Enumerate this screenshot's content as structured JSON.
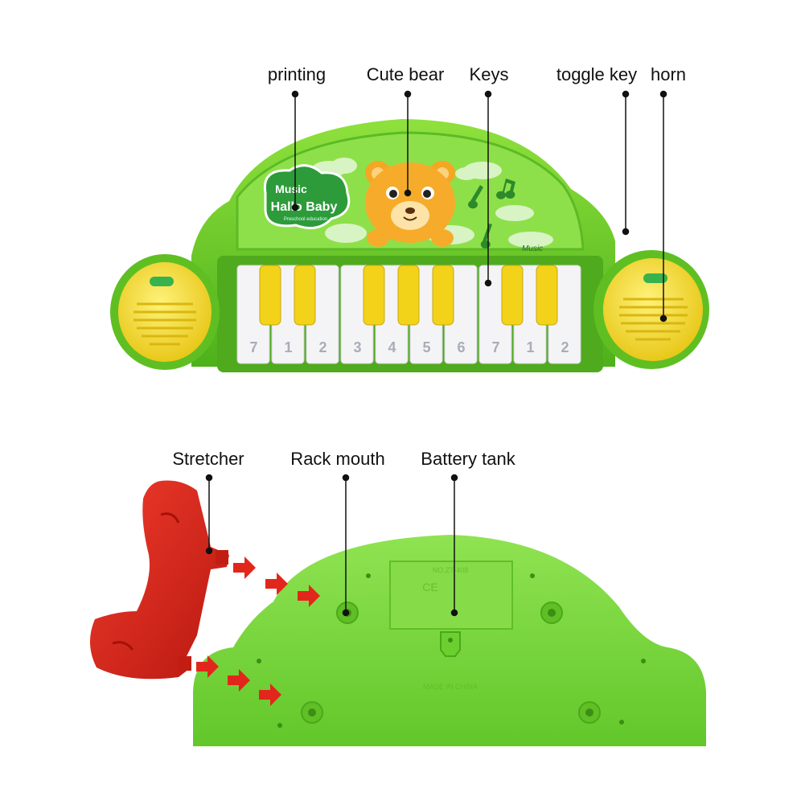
{
  "top_toy": {
    "callouts": {
      "printing": "printing",
      "cute_bear": "Cute bear",
      "keys": "Keys",
      "toggle_key": "toggle key",
      "horn": "horn"
    },
    "logo_text": {
      "line1": "Music",
      "line2": "Hallo Baby",
      "line3": "Preschool education"
    },
    "music_text": "Music",
    "key_numbers": [
      "7",
      "1",
      "2",
      "3",
      "4",
      "5",
      "6",
      "7",
      "1",
      "2"
    ],
    "colors": {
      "body": "#6fcf2c",
      "body_dark": "#4fae1b",
      "key_black": "#f3d21a",
      "key_white": "#f4f4f7",
      "speaker": "#f4e23a"
    }
  },
  "bottom_toy": {
    "callouts": {
      "stretcher": "Stretcher",
      "rack_mouth": "Rack mouth",
      "battery_tank": "Battery tank"
    },
    "embossed": {
      "model": "NO.ZT-408",
      "made_in": "MADE IN CHINA"
    },
    "colors": {
      "body": "#7cd63c",
      "stretcher": "#d8241c",
      "arrow": "#e3261c"
    }
  }
}
